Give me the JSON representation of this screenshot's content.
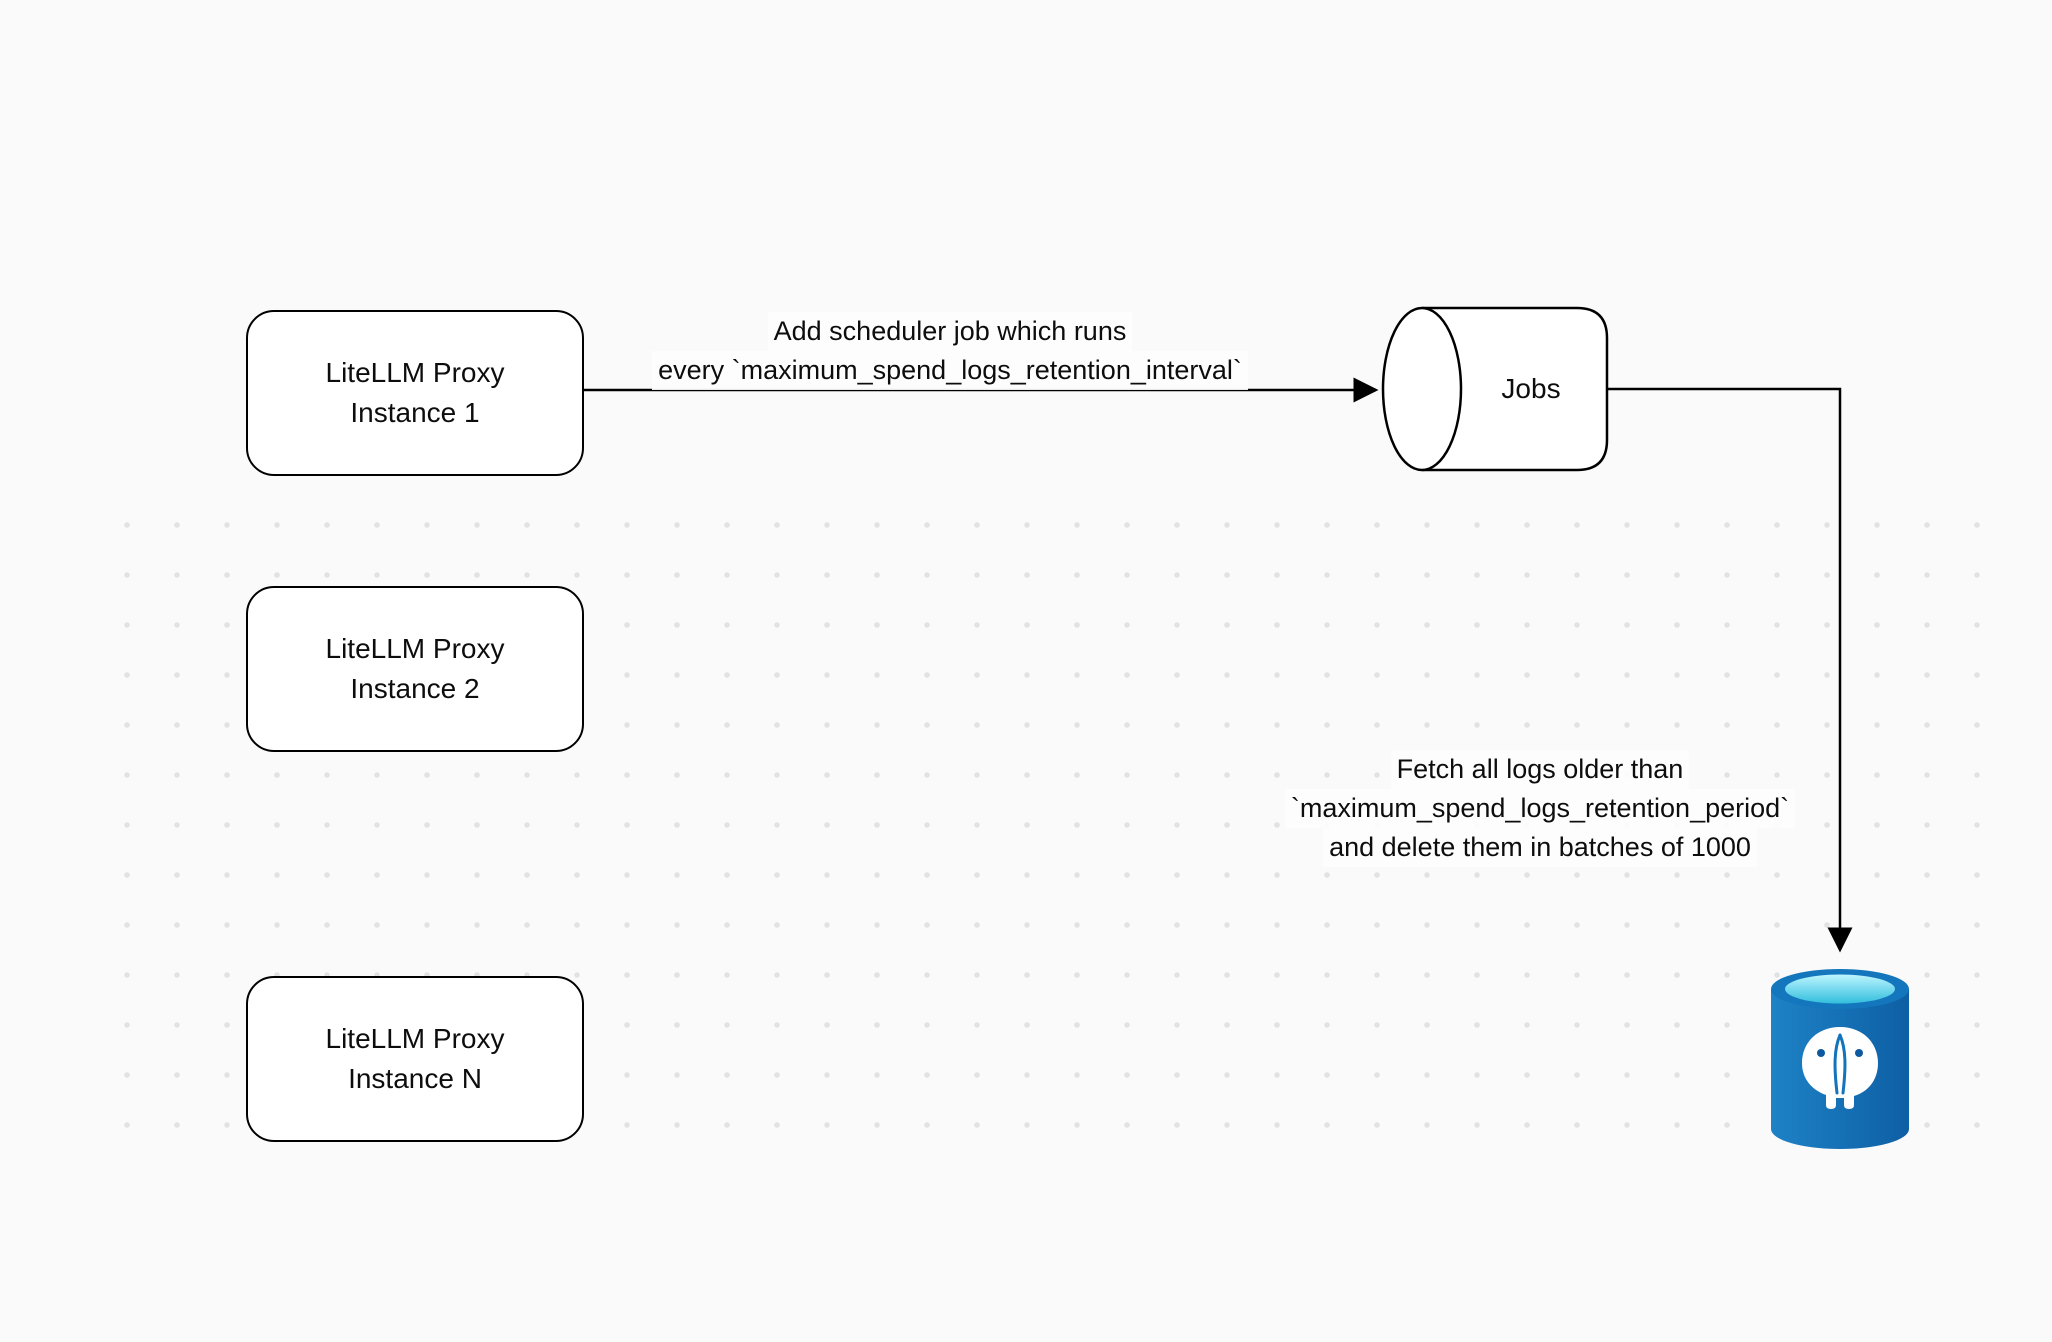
{
  "diagram": {
    "nodes": {
      "instance1": {
        "line1": "LiteLLM Proxy",
        "line2": "Instance 1"
      },
      "instance2": {
        "line1": "LiteLLM Proxy",
        "line2": "Instance 2"
      },
      "instanceN": {
        "line1": "LiteLLM Proxy",
        "line2": "Instance N"
      },
      "jobs": {
        "label": "Jobs"
      },
      "postgres": {
        "icon": "postgresql-database-icon"
      }
    },
    "edges": {
      "scheduler": {
        "line1": "Add scheduler job which runs",
        "line2": "every `maximum_spend_logs_retention_interval`"
      },
      "cleanup": {
        "line1": "Fetch all logs older than",
        "line2": "`maximum_spend_logs_retention_period`",
        "line3": "and delete them in batches of 1000"
      }
    },
    "colors": {
      "background": "#FAFAFA",
      "node_fill": "#FFFFFF",
      "node_border": "#000000",
      "arrow": "#000000",
      "postgres_body": "#1374BC",
      "postgres_top": "#50E6FF",
      "dot_grid": "#E2E2E2"
    }
  }
}
